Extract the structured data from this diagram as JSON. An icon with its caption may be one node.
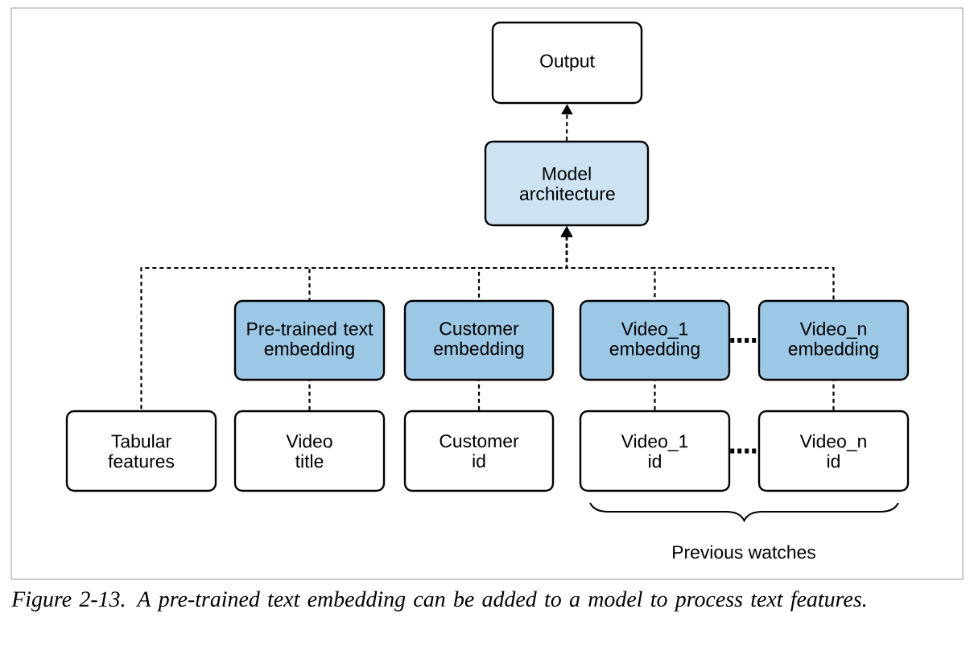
{
  "diagram": {
    "caption": "*Figure 2-13. A pre-trained text embedding can be added to a model to process text features.*",
    "nodes": [
      {
        "text": [
          "Output"
        ]
      },
      {
        "text": [
          "Model architecture"
        ]
      },
      {
        "text": [
          "Pre-trained text embedding"
        ]
      },
      {
        "text": [
          "Customer embedding"
        ]
      },
      {
        "text": [
          "Video_1 embedding"
        ]
      },
      {
        "text": [
          "Video_n embedding"
        ]
      },
      {
        "text": [
          "Tabular features"
        ]
      },
      {
        "text": [
          "Video title"
        ]
      },
      {
        "text": [
          "Customer id"
        ]
      },
      {
        "text": [
          "Video_1 id"
        ]
      },
      {
        "text": [
          "Video_n id"
        ]
      }
    ],
    "edges": [
      {
        "from": 1,
        "to": 0,
        "arrow": "to",
        "style": "dashed"
      },
      {
        "from": 6,
        "to": 1,
        "arrow": "to",
        "style": "dashed"
      },
      {
        "from": 2,
        "to": 1,
        "arrow": "to",
        "style": "dashed"
      },
      {
        "from": 3,
        "to": 1,
        "arrow": "to",
        "style": "dashed"
      },
      {
        "from": 4,
        "to": 1,
        "arrow": "to",
        "style": "dashed"
      },
      {
        "from": 5,
        "to": 1,
        "arrow": "to",
        "style": "dashed"
      },
      {
        "from": 7,
        "to": 2,
        "arrow": "none",
        "style": "dashed"
      },
      {
        "from": 8,
        "to": 3,
        "arrow": "none",
        "style": "dashed"
      },
      {
        "from": 9,
        "to": 4,
        "arrow": "none",
        "style": "dashed"
      },
      {
        "from": 10,
        "to": 5,
        "arrow": "none",
        "style": "dashed"
      },
      {
        "from": 4,
        "to": 5,
        "arrow": "none",
        "style": "dashed"
      },
      {
        "from": 9,
        "to": 10,
        "arrow": "none",
        "style": "dashed"
      }
    ],
    "labels": [
      "Previous watches"
    ]
  }
}
